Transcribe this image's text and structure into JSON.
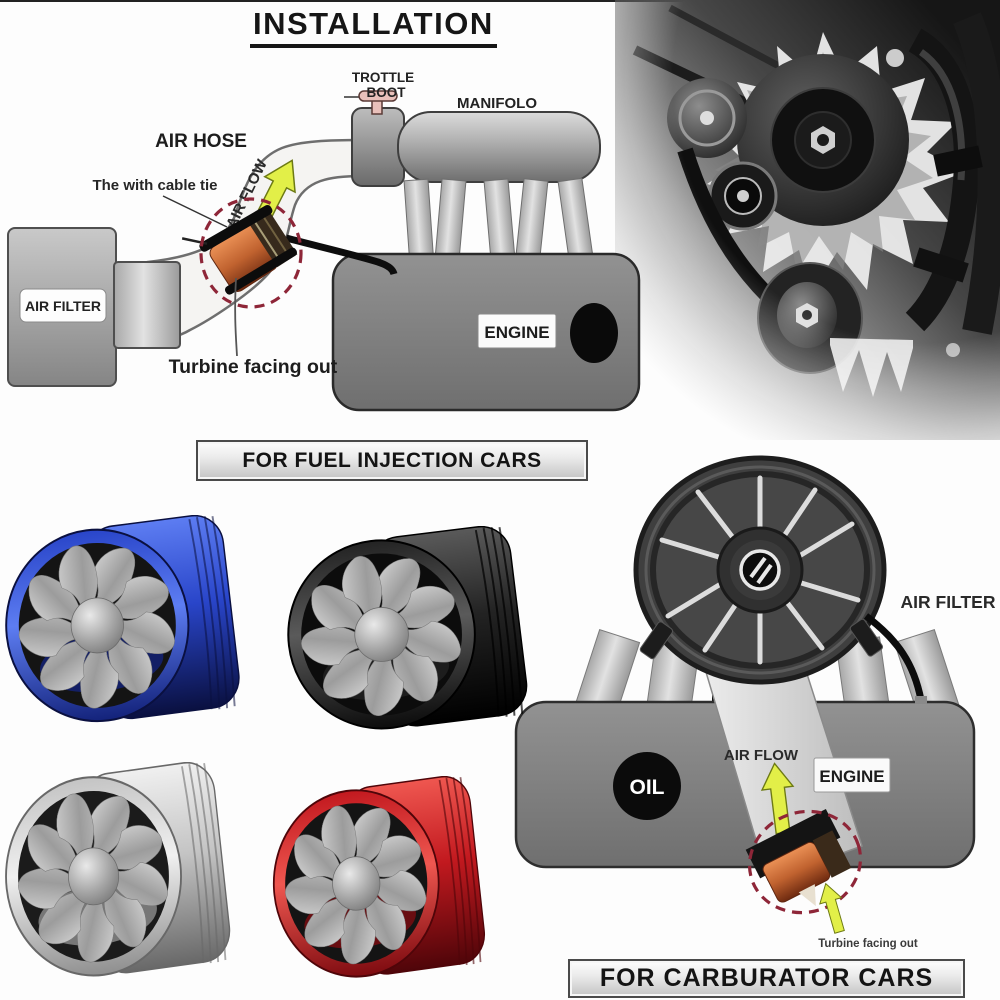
{
  "title": "INSTALLATION",
  "fuel_diagram": {
    "banner": "FOR FUEL INJECTION CARS",
    "labels": {
      "trottle_boot_1": "TROTTLE",
      "trottle_boot_2": "BOOT",
      "manifold": "MANIFOLO",
      "air_hose": "AIR HOSE",
      "cable_tie_note": "The with cable tie",
      "air_flow": "AIR FLOW",
      "air_filter": "AIR FILTER",
      "engine": "ENGINE",
      "turbine_note": "Turbine facing out"
    }
  },
  "carburetor_diagram": {
    "banner": "FOR CARBURATOR CARS",
    "labels": {
      "air_filter": "AIR FILTER",
      "oil": "OIL",
      "air_flow": "AIR FLOW",
      "engine": "ENGINE",
      "turbine_note": "Turbine facing out"
    }
  },
  "products": {
    "description": "air intake turbo fan color variants",
    "items": [
      {
        "color_name": "blue",
        "light": "#5d7df2",
        "body": "#2945c9",
        "dark": "#13227a",
        "deep": "#0a1040"
      },
      {
        "color_name": "black",
        "light": "#5a5a5a",
        "body": "#232323",
        "dark": "#0c0c0c",
        "deep": "#000000"
      },
      {
        "color_name": "silver",
        "light": "#f0f0f0",
        "body": "#c4c4c4",
        "dark": "#8f8f8f",
        "deep": "#686868"
      },
      {
        "color_name": "red",
        "light": "#ef5750",
        "body": "#c2191f",
        "dark": "#7e0b10",
        "deep": "#4f0509"
      }
    ]
  },
  "palette": {
    "arrow_yellow": "#e2ef48",
    "dashed_circle_red": "#8e2638",
    "turbine_copper": "#c0622f",
    "diagram_gray": "#8d8d8d"
  }
}
